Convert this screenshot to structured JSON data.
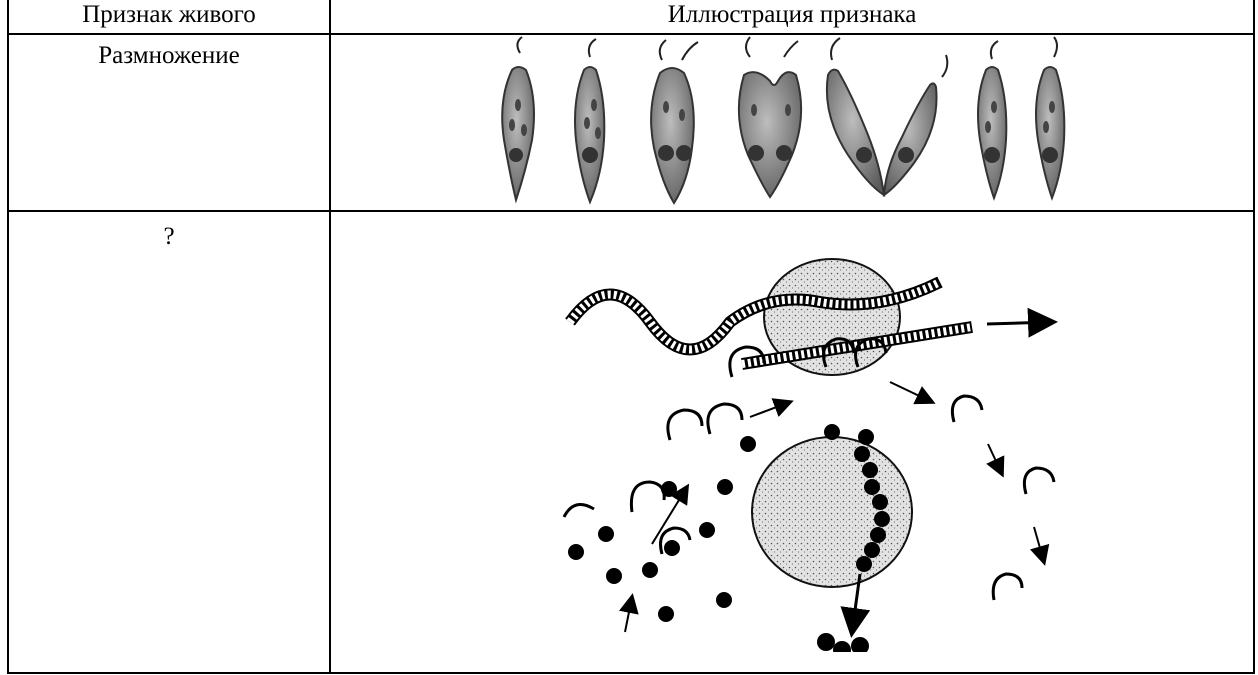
{
  "table": {
    "headers": [
      "Признак живого",
      "Иллюстрация признака"
    ],
    "rows": [
      {
        "sign": "Размножение",
        "illustration_icon": "euglena-division-sequence-icon"
      },
      {
        "sign": "?",
        "illustration_icon": "ribosome-protein-synthesis-icon"
      }
    ]
  }
}
